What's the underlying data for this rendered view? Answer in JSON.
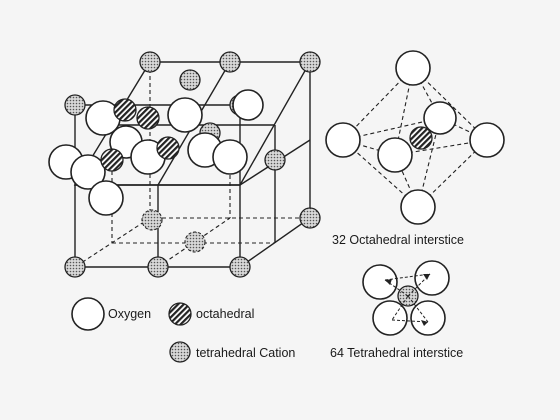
{
  "legend": {
    "oxygen": "Oxygen",
    "octahedral": "octahedral",
    "tetrahedral": "tetrahedral  Cation"
  },
  "captions": {
    "octahedral_interstice": "32 Octahedral interstice",
    "tetrahedral_interstice": "64 Tetrahedral interstice"
  }
}
